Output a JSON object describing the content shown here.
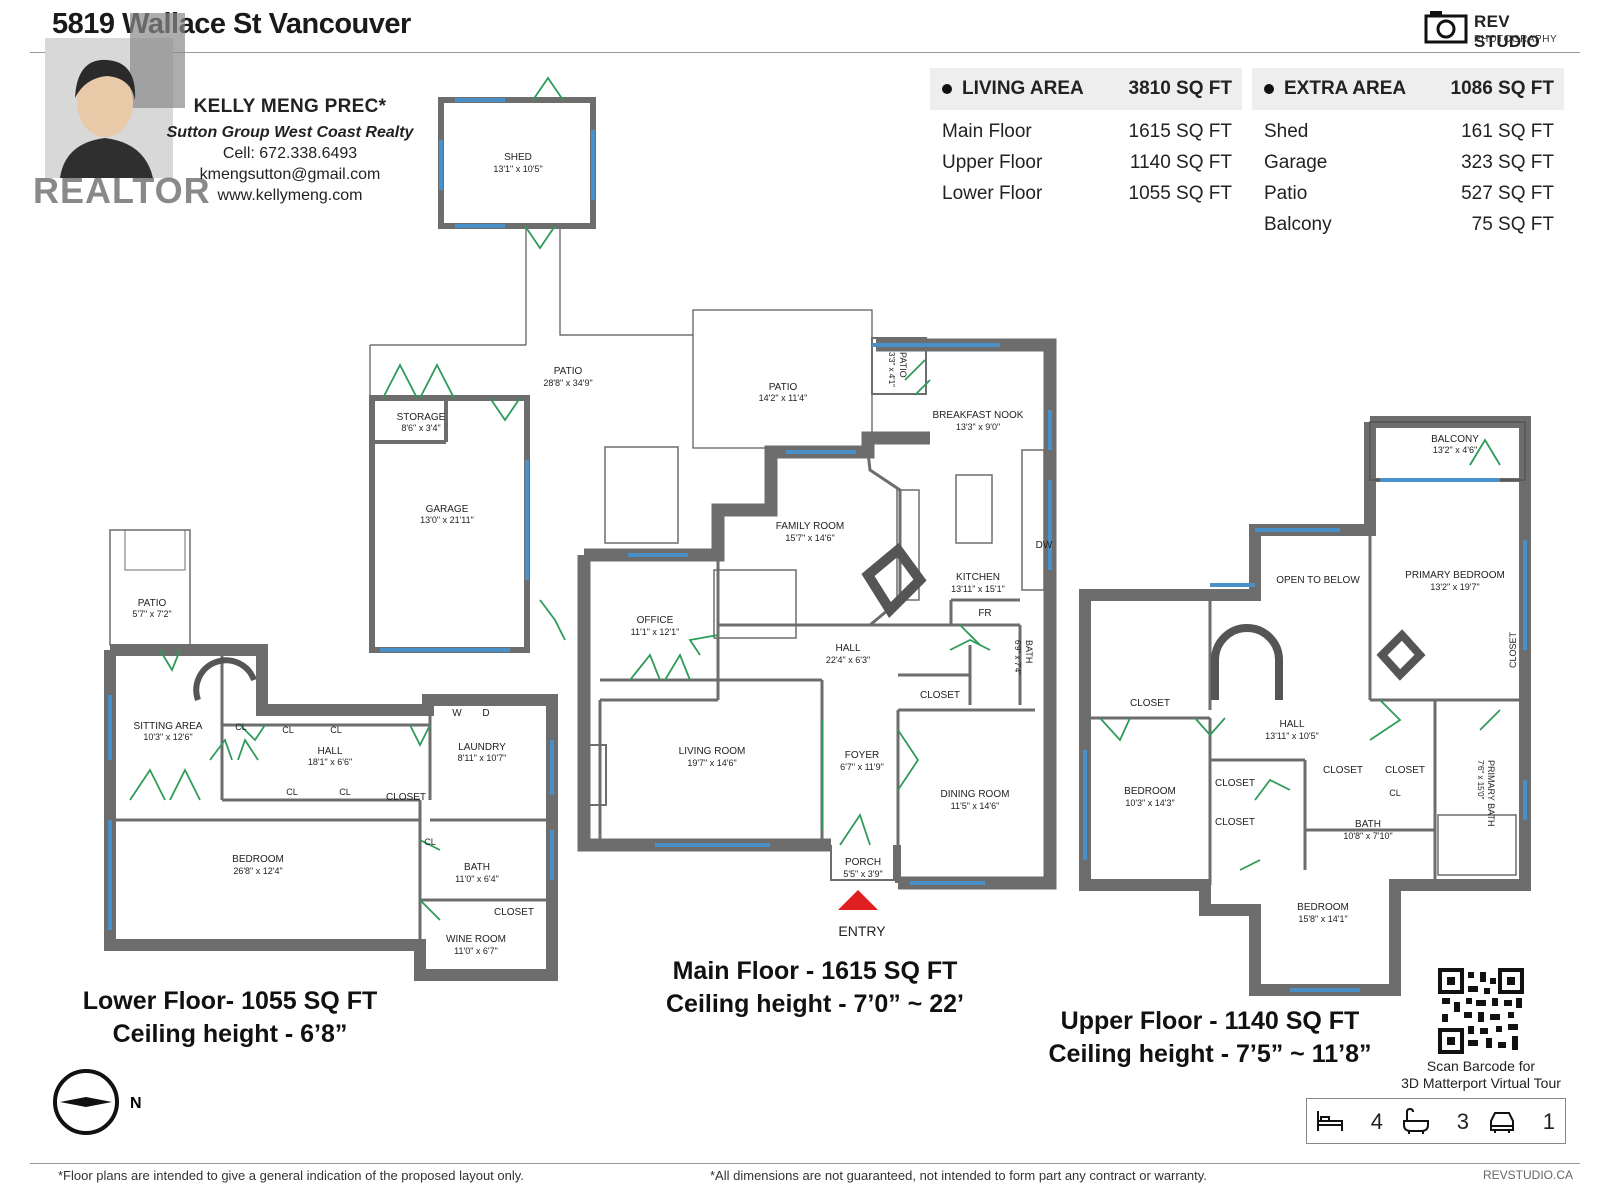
{
  "header": {
    "address": "5819 Wallace St Vancouver",
    "brand_name": "REV STUDIO",
    "brand_sub": "PHOTOGRAPHY"
  },
  "agent": {
    "name": "KELLY MENG PREC*",
    "company": "Sutton Group West Coast Realty",
    "cell": "Cell: 672.338.6493",
    "email": "kmengsutton@gmail.com",
    "website": "www.kellymeng.com",
    "badge": "REALTOR"
  },
  "living_area": {
    "title": "LIVING AREA",
    "total": "3810 SQ FT",
    "rows": [
      {
        "name": "Main Floor",
        "value": "1615 SQ FT"
      },
      {
        "name": "Upper Floor",
        "value": "1140 SQ FT"
      },
      {
        "name": "Lower Floor",
        "value": "1055 SQ FT"
      }
    ]
  },
  "extra_area": {
    "title": "EXTRA AREA",
    "total": "1086 SQ FT",
    "rows": [
      {
        "name": "Shed",
        "value": "161 SQ FT"
      },
      {
        "name": "Garage",
        "value": "323 SQ FT"
      },
      {
        "name": "Patio",
        "value": "527 SQ FT"
      },
      {
        "name": "Balcony",
        "value": "75 SQ FT"
      }
    ]
  },
  "rooms": {
    "shed": {
      "name": "SHED",
      "dim": "13'1\" x 10'5\""
    },
    "patio_main": {
      "name": "PATIO",
      "dim": "28'8\" x 34'9\""
    },
    "storage": {
      "name": "STORAGE",
      "dim": "8'6\" x 3'4\""
    },
    "garage": {
      "name": "GARAGE",
      "dim": "13'0\" x 21'11\""
    },
    "patio_upper": {
      "name": "PATIO",
      "dim": "14'2\" x 11'4\""
    },
    "patio_small": {
      "name": "PATIO",
      "dim": "3'3\" x 4'1\""
    },
    "breakfast": {
      "name": "BREAKFAST NOOK",
      "dim": "13'3\" x 9'0\""
    },
    "family": {
      "name": "FAMILY ROOM",
      "dim": "15'7\" x 14'6\""
    },
    "kitchen": {
      "name": "KITCHEN",
      "dim": "13'11\" x 15'1\""
    },
    "dw": "DW",
    "fr": "FR",
    "office": {
      "name": "OFFICE",
      "dim": "11'1\" x 12'1\""
    },
    "hall_main": {
      "name": "HALL",
      "dim": "22'4\" x 6'3\""
    },
    "bath_main": {
      "name": "BATH",
      "dim": "6'9\" x 7'4\""
    },
    "closet_main": "CLOSET",
    "living": {
      "name": "LIVING ROOM",
      "dim": "19'7\" x 14'6\""
    },
    "foyer": {
      "name": "FOYER",
      "dim": "6'7\" x 11'9\""
    },
    "dining": {
      "name": "DINING ROOM",
      "dim": "11'5\" x 14'6\""
    },
    "porch": {
      "name": "PORCH",
      "dim": "5'5\" x 3'9\""
    },
    "entry": "ENTRY",
    "patio_lower": {
      "name": "PATIO",
      "dim": "5'7\" x 7'2\""
    },
    "sitting": {
      "name": "SITTING AREA",
      "dim": "10'3\" x 12'6\""
    },
    "hall_lower": {
      "name": "HALL",
      "dim": "18'1\" x 6'6\""
    },
    "laundry": {
      "name": "LAUNDRY",
      "dim": "8'11\" x 10'7\""
    },
    "cl": "CL",
    "w": "W",
    "d": "D",
    "closet_lower": "CLOSET",
    "bedroom_lower": {
      "name": "BEDROOM",
      "dim": "26'8\" x 12'4\""
    },
    "bath_lower": {
      "name": "BATH",
      "dim": "11'0\" x 6'4\""
    },
    "closet_lower2": "CLOSET",
    "wine": {
      "name": "WINE ROOM",
      "dim": "11'0\" x 6'7\""
    },
    "balcony": {
      "name": "BALCONY",
      "dim": "13'2\" x 4'6\""
    },
    "open_below": "OPEN TO BELOW",
    "primary_bed": {
      "name": "PRIMARY BEDROOM",
      "dim": "13'2\" x 19'7\""
    },
    "closet_up_top": "CLOSET",
    "closet_up_side": "CLOSET",
    "hall_upper": {
      "name": "HALL",
      "dim": "13'11\" x 10'5\""
    },
    "bedroom_up1": {
      "name": "BEDROOM",
      "dim": "10'3\" x 14'3\""
    },
    "closet_up_a": "CLOSET",
    "closet_up_b": "CLOSET",
    "closet_up_c": "CLOSET",
    "closet_up_d": "CLOSET",
    "bath_upper": {
      "name": "BATH",
      "dim": "10'8\" x 7'10\""
    },
    "primary_bath": {
      "name": "PRIMARY BATH",
      "dim": "7'6\" x 15'0\""
    },
    "bedroom_up2": {
      "name": "BEDROOM",
      "dim": "15'8\" x 14'1\""
    }
  },
  "floors": {
    "lower": {
      "line1": "Lower Floor- 1055 SQ FT",
      "line2": "Ceiling height - 6’8”"
    },
    "main": {
      "line1": "Main Floor - 1615 SQ FT",
      "line2": "Ceiling height - 7’0” ~ 22’"
    },
    "upper": {
      "line1": "Upper Floor - 1140 SQ FT",
      "line2": "Ceiling height - 7’5” ~ 11’8”"
    }
  },
  "qr": {
    "line1": "Scan Barcode for",
    "line2": "3D Matterport Virtual Tour"
  },
  "counts": {
    "bedrooms": "4",
    "bathrooms": "3",
    "garage": "1"
  },
  "compass": {
    "label": "N"
  },
  "footer": {
    "left": "*Floor plans are intended to give a general indication of the proposed layout only.",
    "mid": "*All dimensions are not guaranteed, not intended to form part any contract or warranty.",
    "right": "REVSTUDIO.CA"
  },
  "colors": {
    "wall": "#6d6d6d",
    "door": "#2e9b59",
    "window": "#4a90c8",
    "entry": "#e02020"
  }
}
